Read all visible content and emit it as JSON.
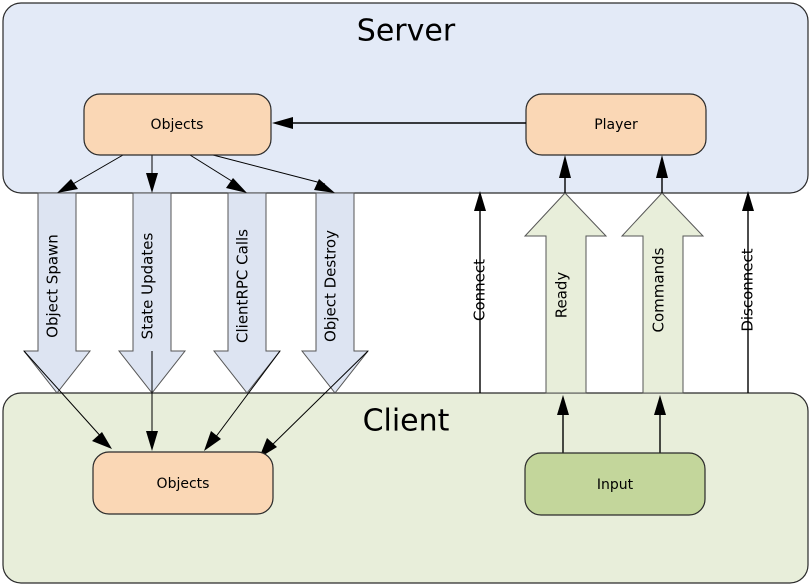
{
  "diagram": {
    "title_server": "Server",
    "title_client": "Client",
    "panels": [
      {
        "id": "server",
        "label": "Server",
        "fill": "#e3eaf7",
        "stroke": "#2a2a2a"
      },
      {
        "id": "client",
        "label": "Client",
        "fill": "#e8eeda",
        "stroke": "#2a2a2a"
      }
    ],
    "nodes": [
      {
        "id": "server-objects",
        "label": "Objects",
        "fill": "#fad7b5",
        "panel": "server"
      },
      {
        "id": "server-player",
        "label": "Player",
        "fill": "#fad7b5",
        "panel": "server"
      },
      {
        "id": "client-objects",
        "label": "Objects",
        "fill": "#fad7b5",
        "panel": "client"
      },
      {
        "id": "client-input",
        "label": "Input",
        "fill": "#c3d69b",
        "panel": "client"
      }
    ],
    "downstream_flows": [
      {
        "id": "object-spawn",
        "label": "Object Spawn",
        "fill": "#dde4f2",
        "direction": "server-to-client"
      },
      {
        "id": "state-updates",
        "label": "State Updates",
        "fill": "#dde4f2",
        "direction": "server-to-client"
      },
      {
        "id": "clientrpc-calls",
        "label": "ClientRPC Calls",
        "fill": "#dde4f2",
        "direction": "server-to-client"
      },
      {
        "id": "object-destroy",
        "label": "Object Destroy",
        "fill": "#dde4f2",
        "direction": "server-to-client"
      }
    ],
    "upstream_flows": [
      {
        "id": "connect",
        "label": "Connect",
        "style": "thin-arrow",
        "direction": "client-to-server"
      },
      {
        "id": "ready",
        "label": "Ready",
        "style": "block-arrow",
        "fill": "#e8eeda",
        "direction": "client-to-server"
      },
      {
        "id": "commands",
        "label": "Commands",
        "style": "block-arrow",
        "fill": "#e8eeda",
        "direction": "client-to-server"
      },
      {
        "id": "disconnect",
        "label": "Disconnect",
        "style": "thin-arrow",
        "direction": "client-to-server"
      }
    ],
    "internal_links": [
      {
        "id": "player-to-objects",
        "from": "server-player",
        "to": "server-objects",
        "direction": "right-to-left"
      }
    ]
  }
}
